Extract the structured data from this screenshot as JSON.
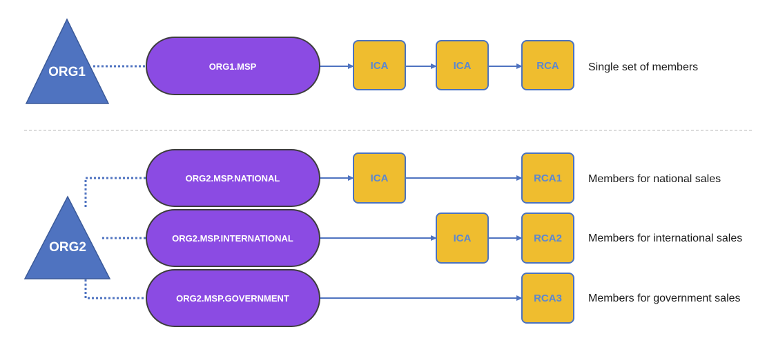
{
  "colors": {
    "triangle_fill": "#4f73c0",
    "triangle_stroke": "#3b5a99",
    "pill_fill": "#8b4be3",
    "pill_stroke": "#3d3d3d",
    "box_fill": "#efbd2f",
    "box_stroke": "#4a72c0",
    "box_text": "#5b87d0",
    "connector": "#4f73c0",
    "separator": "#c8c8c8"
  },
  "org1": {
    "name": "ORG1",
    "msp": "ORG1.MSP",
    "chain": [
      "ICA",
      "ICA",
      "RCA"
    ],
    "description": "Single set of members"
  },
  "org2": {
    "name": "ORG2",
    "msps": [
      {
        "name": "ORG2.MSP.NATIONAL",
        "chain": [
          "ICA",
          "RCA1"
        ],
        "description": "Members for national sales"
      },
      {
        "name": "ORG2.MSP.INTERNATIONAL",
        "chain": [
          "ICA",
          "RCA2"
        ],
        "description": "Members for international sales"
      },
      {
        "name": "ORG2.MSP.GOVERNMENT",
        "chain": [
          "RCA3"
        ],
        "description": "Members for government sales"
      }
    ]
  }
}
